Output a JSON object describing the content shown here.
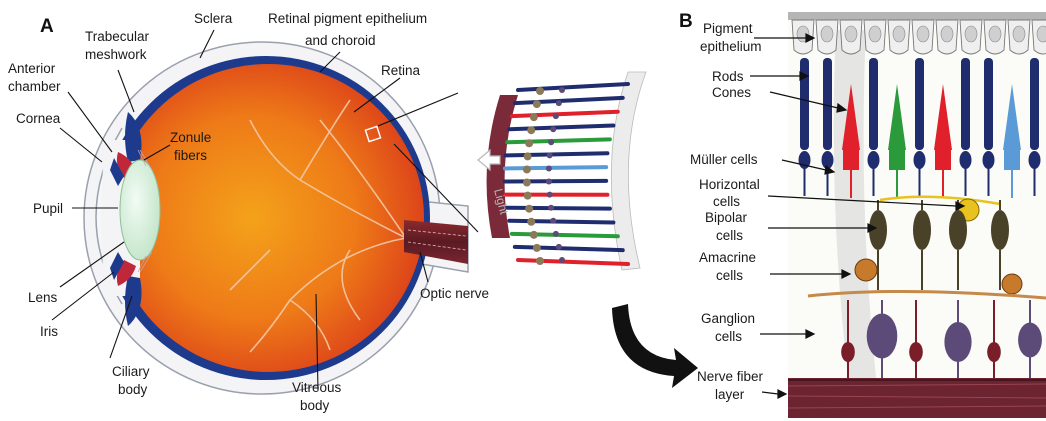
{
  "panels": {
    "a": "A",
    "b": "B"
  },
  "eye_labels": {
    "sclera": "Sclera",
    "rpe_line1": "Retinal pigment epithelium",
    "rpe_line2": "and choroid",
    "anterior_line1": "Anterior",
    "anterior_line2": "chamber",
    "trabecular_line1": "Trabecular",
    "trabecular_line2": "meshwork",
    "retina": "Retina",
    "cornea": "Cornea",
    "zonule_line1": "Zonule",
    "zonule_line2": "fibers",
    "pupil": "Pupil",
    "lens": "Lens",
    "iris": "Iris",
    "ciliary_line1": "Ciliary",
    "ciliary_line2": "body",
    "optic_nerve": "Optic nerve",
    "vitreous_line1": "Vitreous",
    "vitreous_line2": "body",
    "light": "Light"
  },
  "retina_labels": {
    "pigment_line1": "Pigment",
    "pigment_line2": "epithelium",
    "rods": "Rods",
    "cones": "Cones",
    "muller": "Müller cells",
    "horizontal_line1": "Horizontal",
    "horizontal_line2": "cells",
    "bipolar_line1": "Bipolar",
    "bipolar_line2": "cells",
    "amacrine_line1": "Amacrine",
    "amacrine_line2": "cells",
    "ganglion_line1": "Ganglion",
    "ganglion_line2": "cells",
    "nerve_line1": "Nerve fiber",
    "nerve_line2": "layer"
  },
  "colors": {
    "eyeball": "#e8541a",
    "choroid": "#1d3a8c",
    "rod": "#1f2d6e",
    "cone_red": "#e0202a",
    "cone_green": "#2b9a3a",
    "cone_blue": "#5a9ad6",
    "nerve_fiber": "#6b2430",
    "ganglion": "#5c4a78",
    "bipolar": "#4a4228",
    "horizontal": "#e8c21e"
  }
}
